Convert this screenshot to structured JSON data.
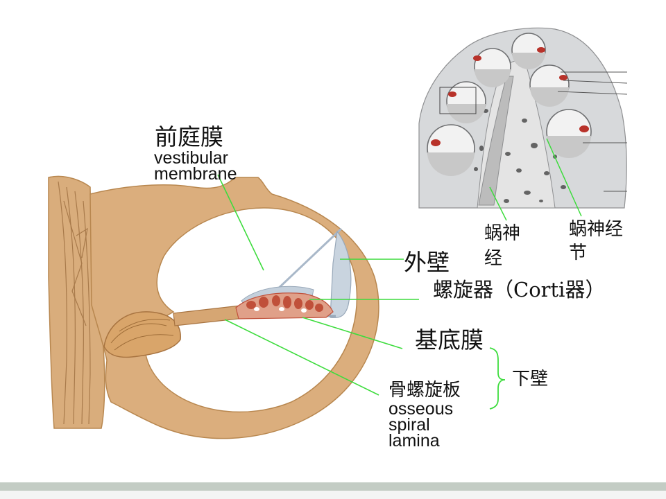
{
  "labels": {
    "vestibular_cn": "前庭膜",
    "vestibular_en": "vestibular",
    "vestibular_en2": "membrane",
    "outer_wall": "外壁",
    "corti_organ": "螺旋器（Corti器）",
    "basilar_membrane": "基底膜",
    "lower_wall": "下壁",
    "lamina_cn": "骨螺旋板",
    "lamina_en1": "osseous",
    "lamina_en2": "spiral",
    "lamina_en3": "lamina",
    "cochlear_nerve_1": "蜗神",
    "cochlear_nerve_2": "经",
    "spiral_ganglion_1": "蜗神经",
    "spiral_ganglion_2": "节"
  },
  "colors": {
    "bone": "#d9ad7c",
    "bone_edge": "#b8874f",
    "leader": "#3ddc3d",
    "corti": "#c0503a",
    "membrane": "#a9b8c9",
    "footer": "#c3ccc4"
  }
}
